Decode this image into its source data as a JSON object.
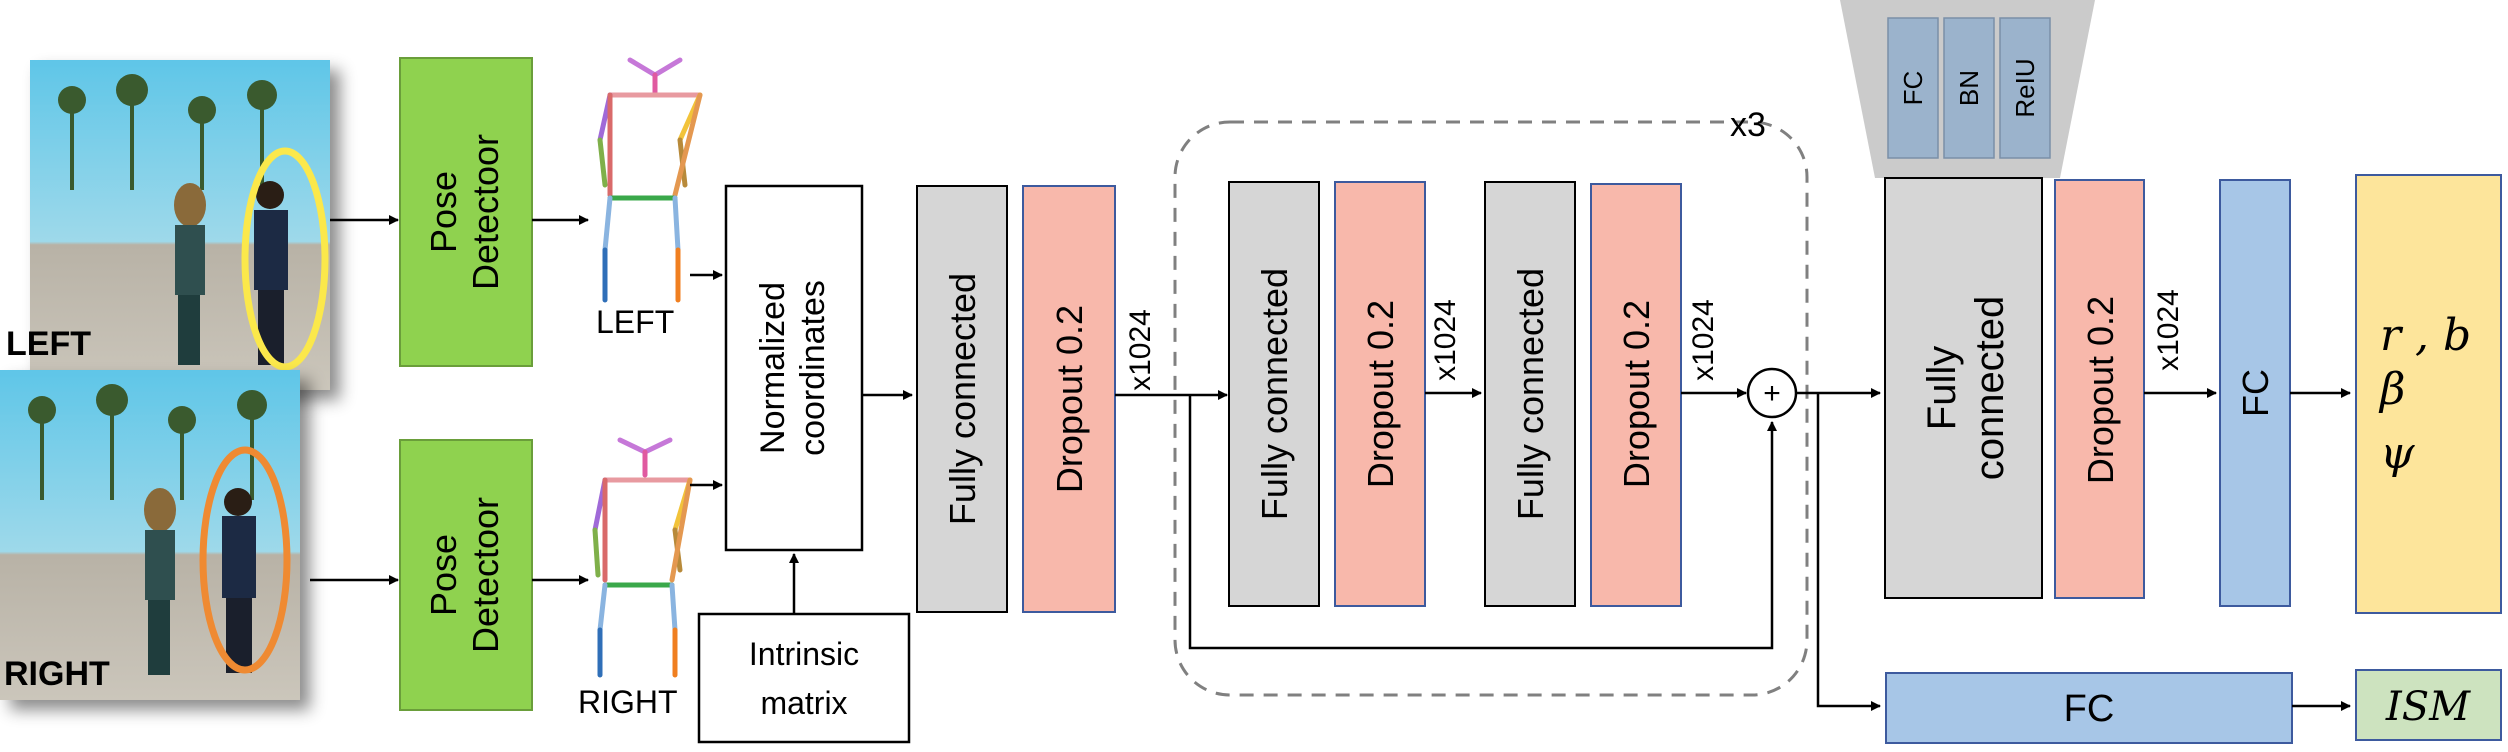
{
  "inputs": {
    "left_label": "LEFT",
    "right_label": "RIGHT"
  },
  "pose_detector": {
    "top_line1": "Pose",
    "top_line2": "Detectoor",
    "bottom_line1": "Pose",
    "bottom_line2": "Detectoor"
  },
  "skeleton": {
    "left_label": "LEFT",
    "right_label": "RIGHT"
  },
  "normalization": {
    "line1": "Normalized",
    "line2": "coordinates"
  },
  "intrinsic": {
    "line1": "Intrinsic",
    "line2": "matrix"
  },
  "stage1": {
    "fc_label": "Fully connected",
    "dropout_label": "Dropout 0.2",
    "dim_label": "x1024"
  },
  "residual_block": {
    "repeat_label": "x3",
    "fc1_label": "Fully connected",
    "dropout1_label": "Dropout 0.2",
    "dim1_label": "x1024",
    "fc2_label": "Fully connected",
    "dropout2_label": "Dropout 0.2",
    "dim2_label": "x1024",
    "sum_symbol": "+"
  },
  "head": {
    "detail_fc": "FC",
    "detail_bn": "BN",
    "detail_relu": "ReIU",
    "fc_line1": "Fully",
    "fc_line2": "connected",
    "dropout_label": "Dropout 0.2",
    "dim_label": "x1024",
    "fc_small_label": "FC"
  },
  "outputs": {
    "line1": "r , b",
    "line2": "β",
    "line3": "ψ",
    "ism_fc_label": "FC",
    "ism_label": "ISM"
  },
  "colors": {
    "pose_green": "#8fd24f",
    "fc_gray": "#d6d6d6",
    "dropout_pink": "#f8b8ab",
    "fc_blue": "#a7c6e7",
    "detail_blue": "#9bb3cc",
    "trapezoid_gray": "#cbcbcb",
    "output_yellow": "#fde59b",
    "ism_green": "#cde3bf",
    "left_ellipse": "#fbe84b",
    "right_ellipse": "#ef8a32"
  }
}
